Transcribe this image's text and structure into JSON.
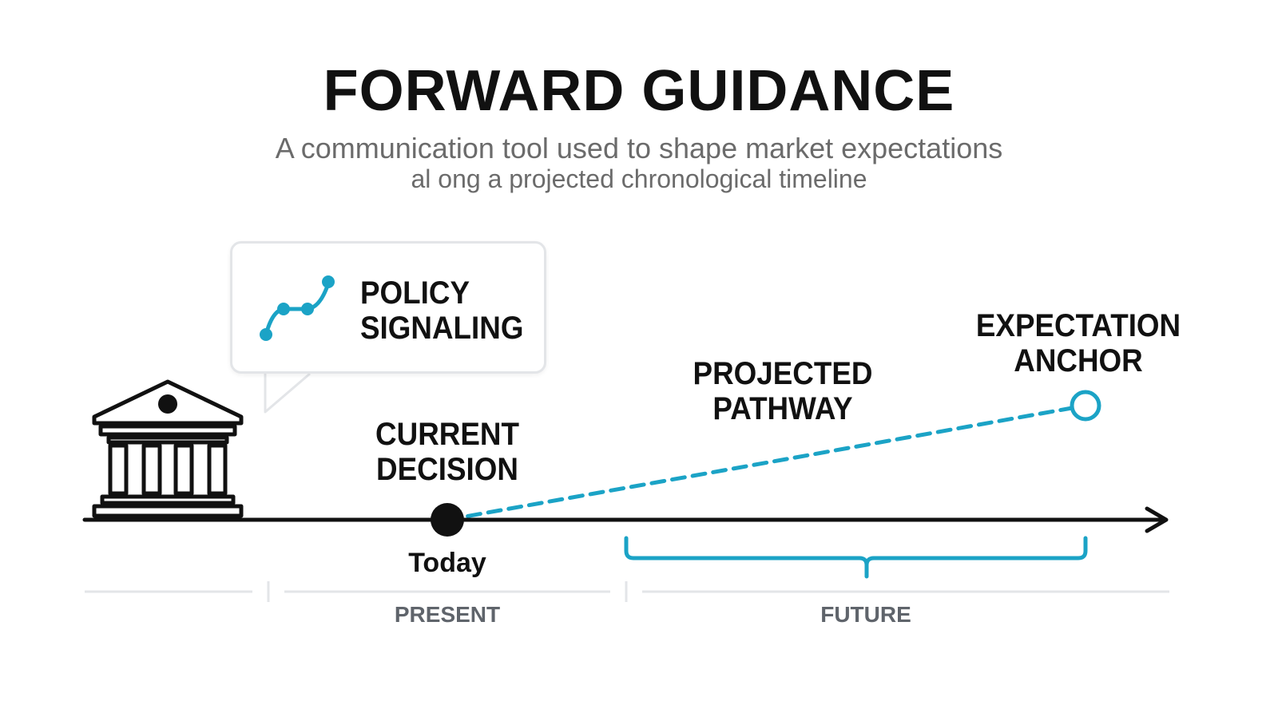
{
  "title": "FORWARD GUIDANCE",
  "subtitle": {
    "line1": "A communication tool used to shape market expectations",
    "line2": "al ong a projected chronological timeline"
  },
  "callout": {
    "line1": "POLICY",
    "line2": "SIGNALING",
    "icon": "signal-path-icon"
  },
  "institution_icon": "central-bank-building-icon",
  "nodes": {
    "current": {
      "line1": "CURRENT",
      "line2": "DECISION"
    },
    "pathway": {
      "line1": "PROJECTED",
      "line2": "PATHWAY"
    },
    "anchor": {
      "line1": "EXPECTATION",
      "line2": "ANCHOR"
    }
  },
  "timeline": {
    "today_label": "Today",
    "present_label": "PRESENT",
    "future_label": "FUTURE"
  },
  "colors": {
    "accent": "#1ba3c6",
    "ink": "#111111",
    "muted": "#6b6b6b",
    "divider": "#e3e5e8"
  }
}
